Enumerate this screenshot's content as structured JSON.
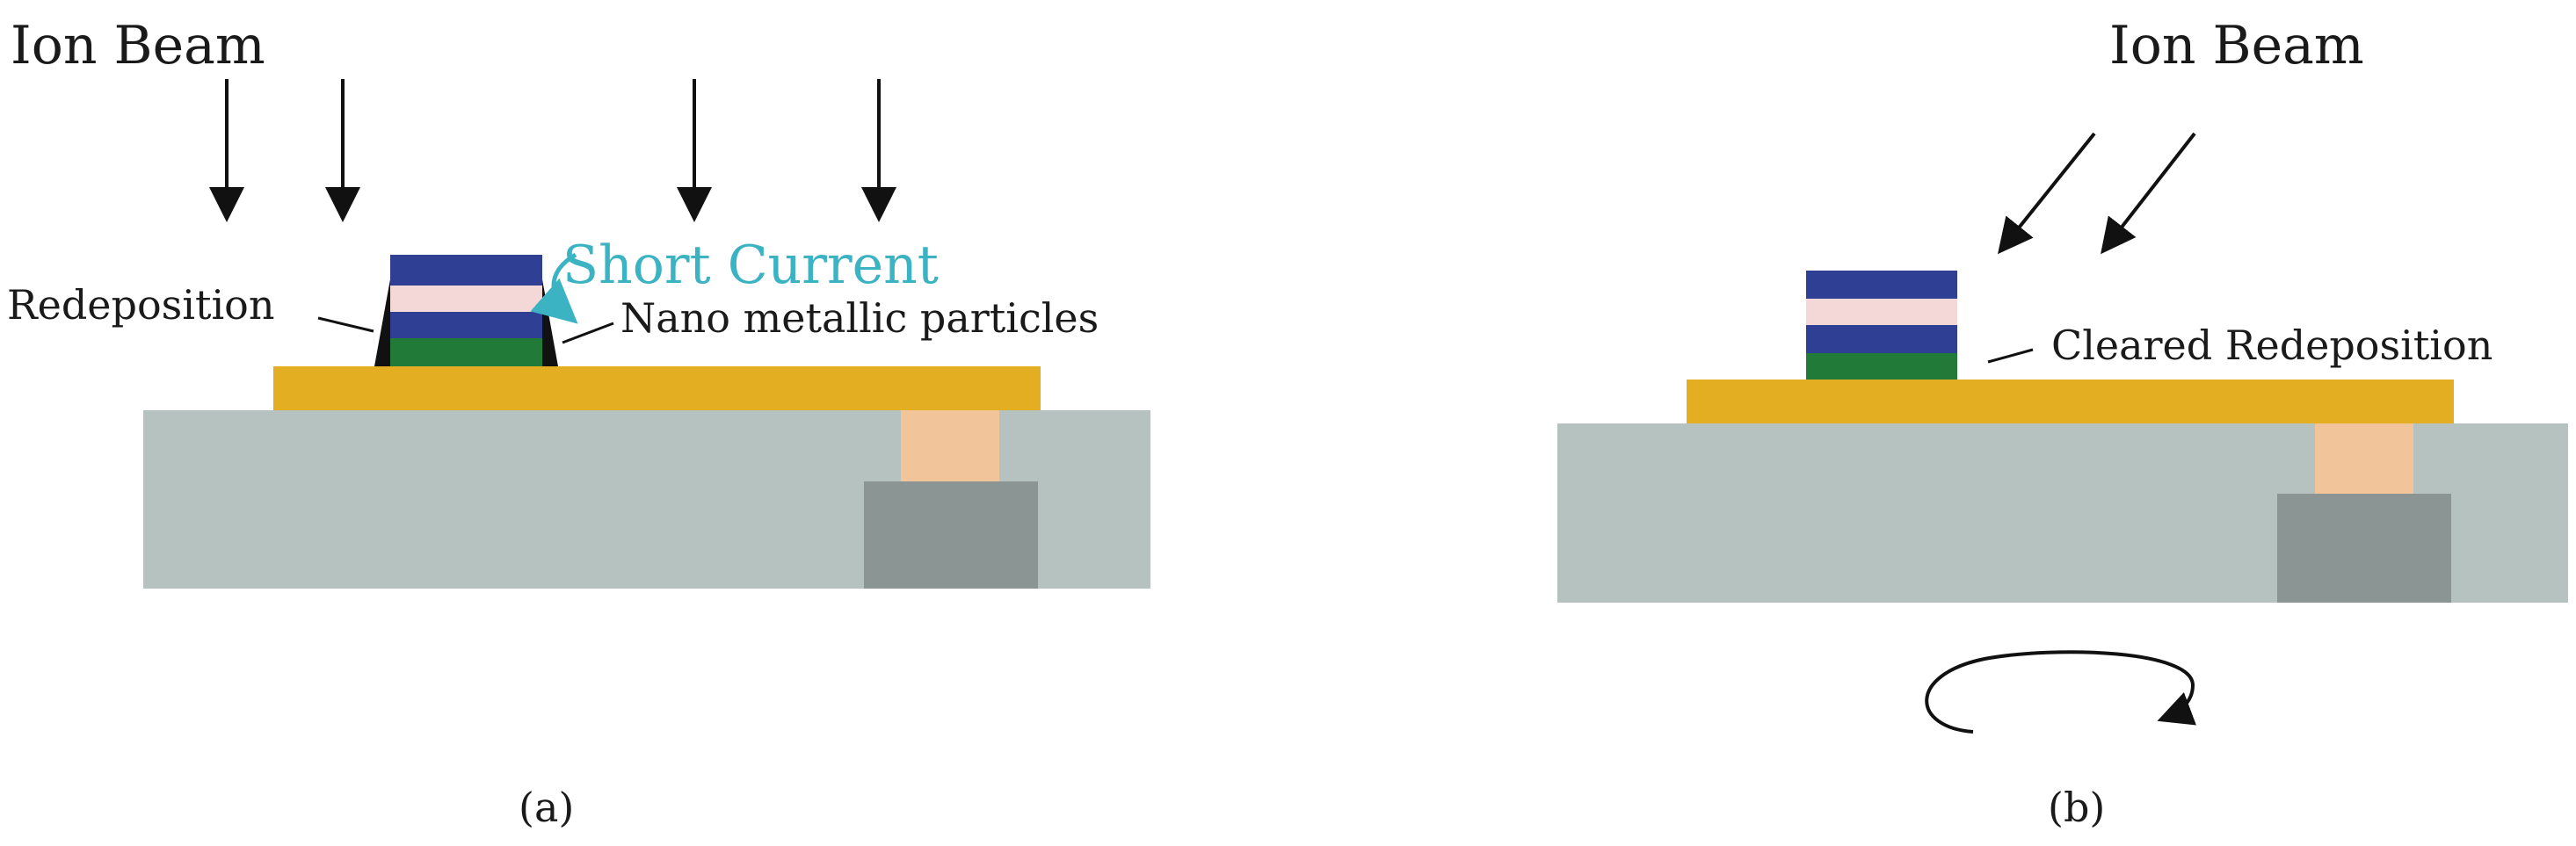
{
  "panel_a": {
    "title": "Ion Beam",
    "label_redeposition": "Redeposition",
    "label_short_current": "Short Current",
    "label_nano_particles": "Nano metallic particles",
    "caption": "(a)"
  },
  "panel_b": {
    "title": "Ion Beam",
    "label_cleared": "Cleared Redeposition",
    "caption": "(b)"
  },
  "colors": {
    "substrate": "#b5c2c0",
    "gold_layer": "#e3ae22",
    "via": "#f2c49a",
    "pad": "#8a9594",
    "blue_layer": "#2f3f93",
    "pink_layer": "#f4d8d8",
    "green_layer": "#217a37",
    "redeposition": "#111111",
    "short_current": "#3bb3c3"
  }
}
